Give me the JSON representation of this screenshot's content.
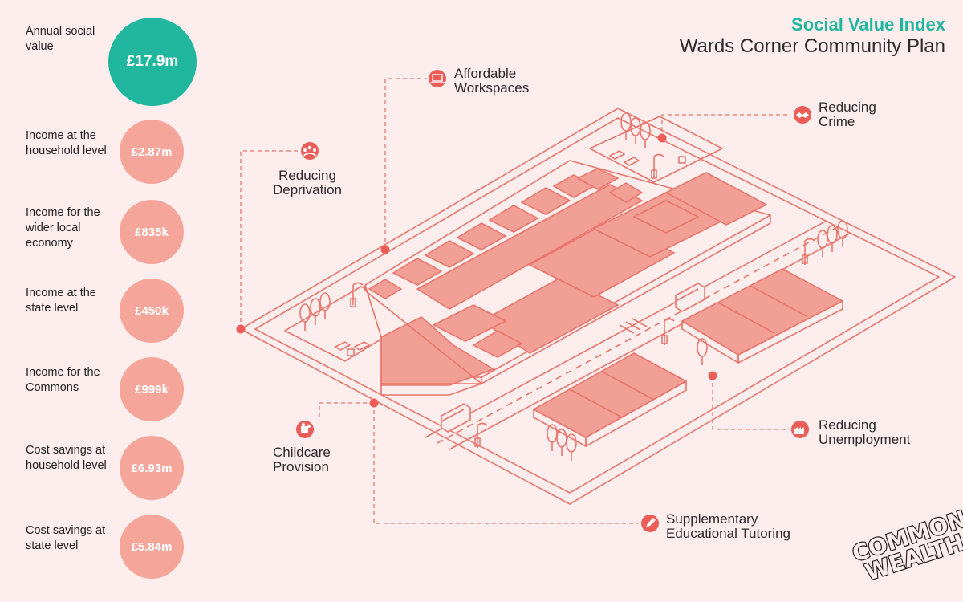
{
  "header": {
    "title": "Social Value Index",
    "subtitle": "Wards Corner Community Plan"
  },
  "metrics": [
    {
      "label": "Annual social value",
      "value": "£17.9m",
      "color": "#21b79e"
    },
    {
      "label": "Income at the household level",
      "value": "£2.87m",
      "color": "#f6a59b"
    },
    {
      "label": "Income for the wider local economy",
      "value": "£835k",
      "color": "#f6a59b"
    },
    {
      "label": "Income at the state level",
      "value": "£450k",
      "color": "#f6a59b"
    },
    {
      "label": "Income for the Commons",
      "value": "£999k",
      "color": "#f6a59b"
    },
    {
      "label": "Cost savings at household level",
      "value": "£6.93m",
      "color": "#f6a59b"
    },
    {
      "label": "Cost savings at state level",
      "value": "£5.84m",
      "color": "#f6a59b"
    }
  ],
  "callouts": {
    "affordable_workspaces": {
      "line1": "Affordable",
      "line2": "Workspaces",
      "icon": "laptop-icon"
    },
    "reducing_crime": {
      "line1": "Reducing",
      "line2": "Crime",
      "icon": "handshake-icon"
    },
    "reducing_deprivation": {
      "line1": "Reducing",
      "line2": "Deprivation",
      "icon": "community-icon"
    },
    "childcare_provision": {
      "line1": "Childcare",
      "line2": "Provision",
      "icon": "puzzle-icon"
    },
    "reducing_unemployment": {
      "line1": "Reducing",
      "line2": "Unemployment",
      "icon": "factory-icon"
    },
    "supplementary_tutoring": {
      "line1": "Supplementary",
      "line2": "Educational Tutoring",
      "icon": "pencil-icon"
    }
  },
  "logo": {
    "line1": "COMMON",
    "line2": "WEALTH"
  },
  "colors": {
    "background": "#fdeeed",
    "accent": "#21b79e",
    "line": "#e9756c",
    "fill": "#f2a096",
    "marker": "#ec5d58"
  }
}
